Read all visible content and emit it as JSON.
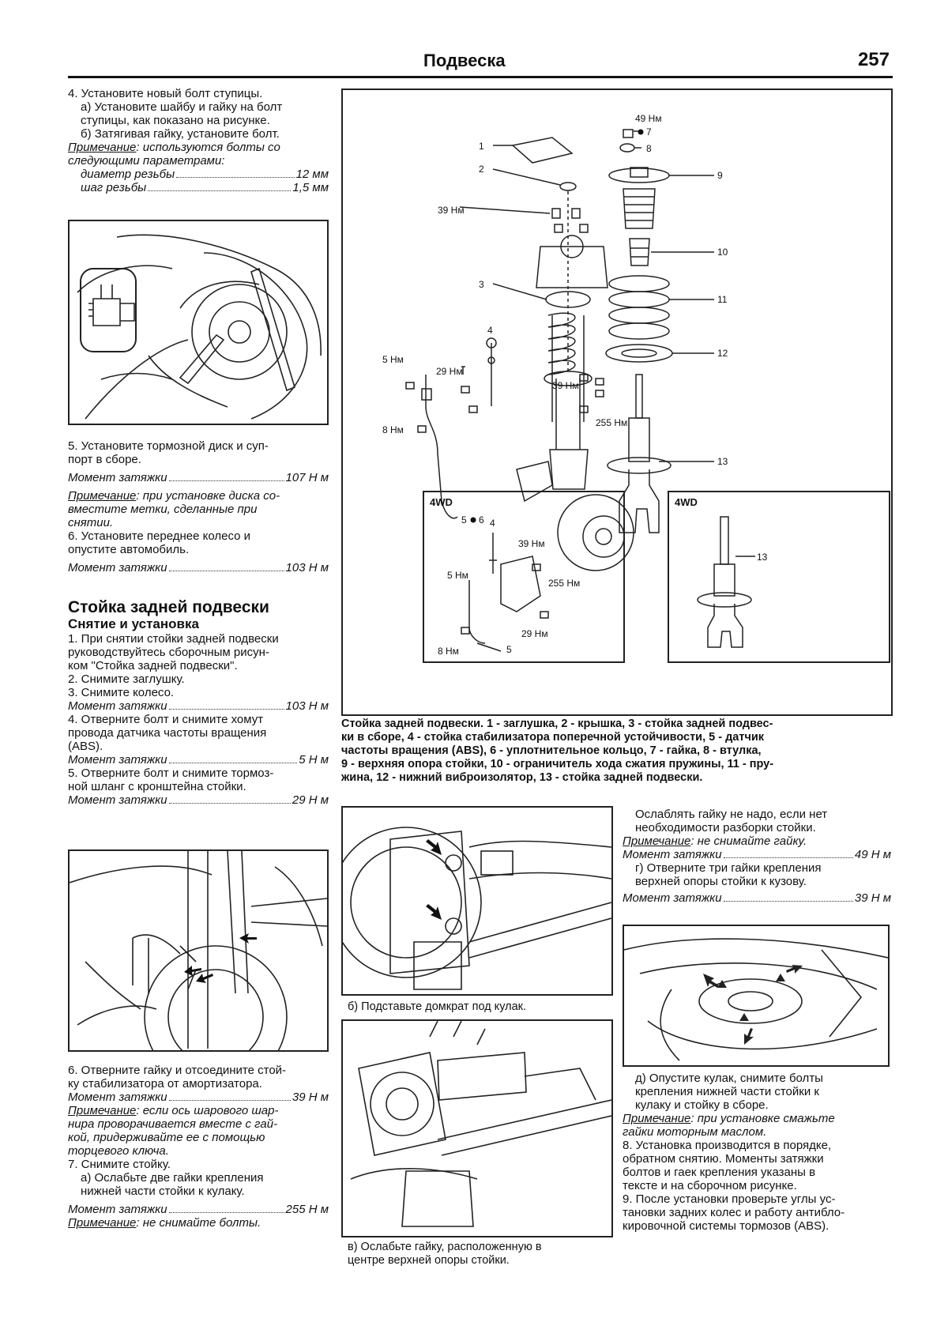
{
  "header": {
    "title": "Подвеска",
    "page_number": "257"
  },
  "left_top": {
    "step4": "4. Установите новый болт ступицы.",
    "step4a_1": "а) Установите шайбу и гайку на болт",
    "step4a_2": "ступицы, как показано на рисунке.",
    "step4b": "б) Затягивая гайку, установите болт.",
    "note_label": "Примечание",
    "note_text_1": ": используются болты со",
    "note_text_2": "следующими параметрами:",
    "spec1_label": "диаметр резьбы",
    "spec1_value": "12 мм",
    "spec2_label": "шаг резьбы",
    "spec2_value": "1,5 мм"
  },
  "left_mid": {
    "step5_1": "5. Установите тормозной диск и суп-",
    "step5_2": "порт в сборе.",
    "torque_label": "Момент затяжки",
    "torque5": "107 Н м",
    "note_label": "Примечание",
    "note_1": ": при установке диска со-",
    "note_2": "вместите метки, сделанные при",
    "note_3": "снятии.",
    "step6_1": "6. Установите переднее колесо и",
    "step6_2": "опустите автомобиль.",
    "torque6": "103 Н м"
  },
  "section": {
    "title": "Стойка задней подвески",
    "subtitle": "Снятие и установка",
    "s1_1": "1. При снятии стойки задней подвески",
    "s1_2": "руководствуйтесь сборочным рисун-",
    "s1_3": "ком \"Стойка задней подвески\".",
    "s2": "2. Снимите заглушку.",
    "s3": "3. Снимите колесо.",
    "torque_label": "Момент затяжки",
    "t3": "103 Н м",
    "s4_1": "4. Отверните болт и снимите хомут",
    "s4_2": "провода датчика частоты вращения",
    "s4_3": "(ABS).",
    "t4": "5 Н м",
    "s5_1": "5. Отверните болт и снимите тормоз-",
    "s5_2": "ной шланг с кронштейна стойки.",
    "t5": "29 Н м"
  },
  "left_bottom": {
    "s6_1": "6. Отверните гайку и отсоедините стой-",
    "s6_2": "ку стабилизатора от амортизатора.",
    "torque_label": "Момент затяжки",
    "t6": "39 Н м",
    "note_label": "Примечание",
    "note_1": ": если ось шарового шар-",
    "note_2": "нира проворачивается вместе с гай-",
    "note_3": "кой, придерживайте ее с помощью",
    "note_4": "торцевого ключа.",
    "s7": "7. Снимите стойку.",
    "s7a_1": "а) Ослабьте две гайки крепления",
    "s7a_2": "нижней части стойки к кулаку.",
    "t7": "255 Н м",
    "note2_text": ": не снимайте болты."
  },
  "diagram": {
    "labels": [
      "1",
      "2",
      "3",
      "4",
      "5",
      "6",
      "7",
      "8",
      "9",
      "10",
      "11",
      "12",
      "13"
    ],
    "torques": {
      "top": "49 Нм",
      "t39": "39 Нм",
      "t5": "5 Нм",
      "t29": "29 Нм",
      "t39b": "39 Нм",
      "t8": "8 Нм",
      "t255": "255 Нм"
    },
    "inset_4wd": "4WD",
    "inset_torques": {
      "t39": "39 Нм",
      "t5": "5 Нм",
      "t255": "255 Нм",
      "t29": "29 Нм",
      "t8": "8 Нм"
    },
    "caption_1": "Стойка задней подвески. 1 - заглушка, 2 - крышка, 3 - стойка задней подвес-",
    "caption_2": "ки в сборе, 4 - стойка стабилизатора поперечной устойчивости, 5 - датчик",
    "caption_3": "частоты вращения (ABS), 6 - уплотнительное кольцо, 7 - гайка, 8 - втулка,",
    "caption_4": "9 - верхняя опора стойки, 10 - ограничитель хода сжатия пружины, 11 - пру-",
    "caption_5": "жина, 12 - нижний виброизолятор, 13 - стойка задней подвески."
  },
  "mid_col": {
    "cap_b": "б) Подставьте домкрат под кулак.",
    "cap_v_1": "в) Ослабьте гайку, расположенную в",
    "cap_v_2": "центре верхней опоры стойки."
  },
  "right_col": {
    "p1_1": "Ослаблять гайку не надо, если нет",
    "p1_2": "необходимости разборки стойки.",
    "note_label": "Примечание",
    "note1": ": не снимайте гайку.",
    "torque_label": "Момент затяжки",
    "t1": "49 Н м",
    "g_1": "г) Отверните три гайки крепления",
    "g_2": "верхней опоры стойки к кузову.",
    "t2": "39 Н м",
    "d_1": "д) Опустите кулак, снимите болты",
    "d_2": "крепления нижней части стойки к",
    "d_3": "кулаку и стойку в сборе.",
    "note2_1": ": при установке смажьте",
    "note2_2": "гайки моторным маслом.",
    "s8_1": "8. Установка производится в порядке,",
    "s8_2": "обратном снятию. Моменты затяжки",
    "s8_3": "болтов и гаек крепления указаны в",
    "s8_4": "тексте и на сборочном рисунке.",
    "s9_1": "9. После установки проверьте углы ус-",
    "s9_2": "тановки задних колес и работу антибло-",
    "s9_3": "кировочной системы тормозов (ABS)."
  }
}
